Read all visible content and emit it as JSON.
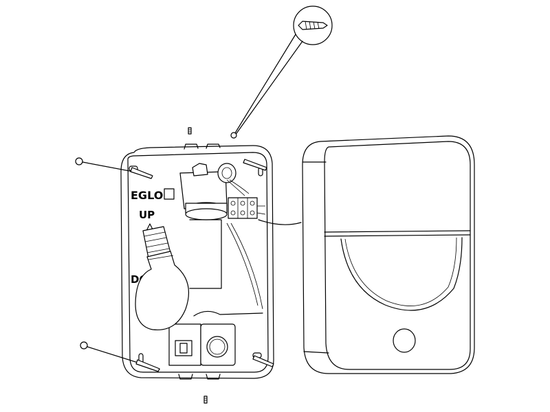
{
  "diagram": {
    "labels": {
      "brand": "EGLO",
      "up": "UP",
      "down": "DO"
    },
    "icons": {
      "screw": "screw-icon",
      "wall_plug": "wall-plug-icon",
      "bulb": "light-bulb-icon",
      "terminal": "terminal-block-icon",
      "sensor": "motion-sensor-icon"
    }
  }
}
